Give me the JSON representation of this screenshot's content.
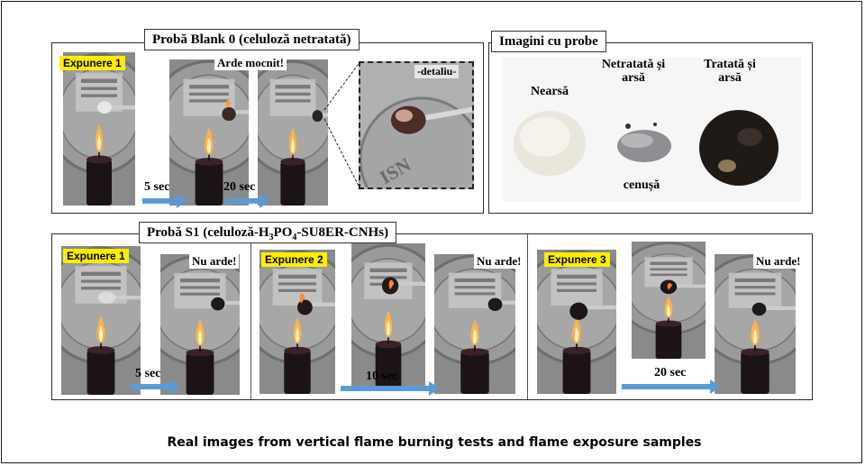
{
  "top_left": {
    "title": "Probă Blank 0 (celuloză netratată)",
    "tag": "Expunere 1",
    "note": "Arde mocnit!",
    "detail": "-detaliu-",
    "arrows": [
      "5 sec",
      "20 sec"
    ]
  },
  "top_right": {
    "title": "Imagini cu probe",
    "labels": {
      "unburnt": "Nearsă",
      "untreated_burnt": "Netratată și arsă",
      "treated_burnt": "Tratată și arsă",
      "ash": "cenușă"
    }
  },
  "bottom": {
    "title": "Probă S1 (celuloză-H3PO4-SU8ER-CNHs)",
    "groups": [
      {
        "tag": "Expunere 1",
        "note": "Nu arde!",
        "arrow": "5 sec"
      },
      {
        "tag": "Expunere 2",
        "note": "Nu arde!",
        "arrow": "10 sec"
      },
      {
        "tag": "Expunere 3",
        "note": "Nu arde!",
        "arrow": "20 sec"
      }
    ]
  },
  "caption": "Real images from vertical flame burning tests and flame exposure samples",
  "colors": {
    "arrow": "#5b9bd5",
    "tag": "#ffee00"
  }
}
